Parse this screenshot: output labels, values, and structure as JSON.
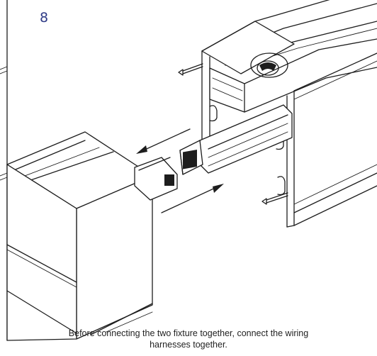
{
  "step": {
    "number": "8"
  },
  "caption": {
    "line1": "Before connecting the two fixture together, connect the wiring",
    "line2": "harnesses together."
  },
  "illustration": {
    "subject": "fixture-joining-wiring-harness",
    "arrows": [
      "pull-apart-arrow",
      "push-together-arrow"
    ]
  }
}
